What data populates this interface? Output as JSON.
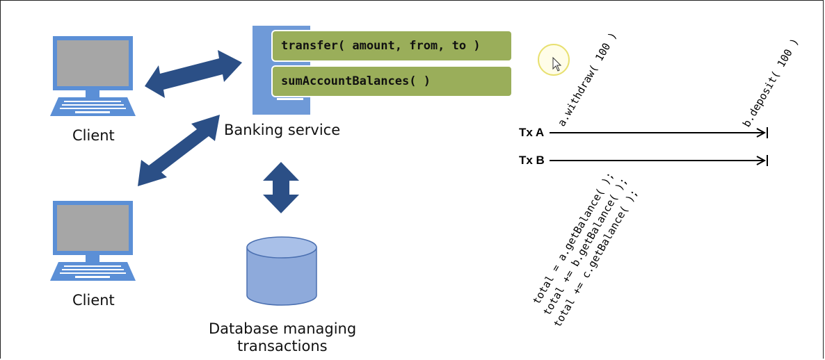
{
  "clients": [
    {
      "label": "Client"
    },
    {
      "label": "Client"
    }
  ],
  "banking_service": {
    "label": "Banking service",
    "methods": [
      "transfer( amount, from, to )",
      "sumAccountBalances( )"
    ]
  },
  "database": {
    "label_line1": "Database managing",
    "label_line2": "transactions"
  },
  "timeline": {
    "tx_a": {
      "label": "Tx A",
      "ops": [
        "a.withdraw( 100 )",
        "b.deposit( 100 )"
      ]
    },
    "tx_b": {
      "label": "Tx B",
      "ops": [
        "total = a.getBalance( );",
        "total += b.getBalance( );",
        "total += c.getBalance( );"
      ]
    }
  },
  "colors": {
    "arrow": "#2b4f86",
    "monitor": "#5b8fd6",
    "server": "#6f9ad8",
    "method_box": "#9aae5a",
    "database": "#8eaadb"
  }
}
